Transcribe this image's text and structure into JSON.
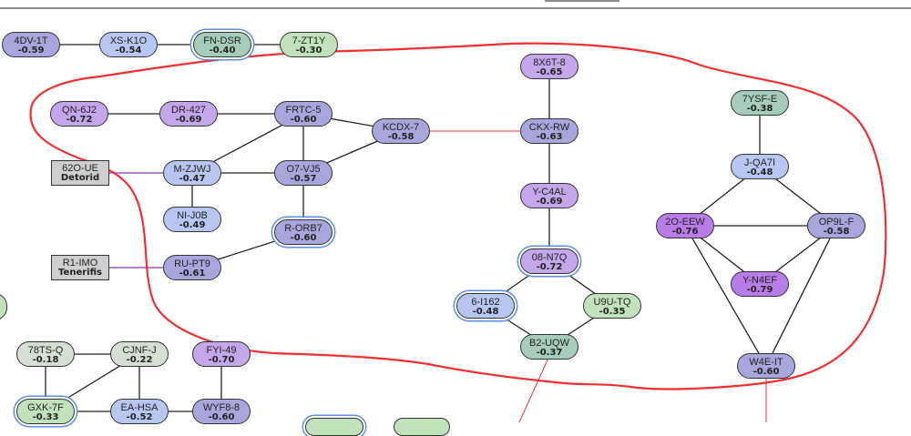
{
  "colors": {
    "edge": "#222222",
    "external_edge": "#9b59b6",
    "cross_edge": "#e8342b",
    "annotation": "#f03030",
    "selection_ring": "#5b8def"
  },
  "nodes": [
    {
      "id": "4DV-1T",
      "value": "-0.59",
      "fill": "#a8a6dc",
      "selected": false
    },
    {
      "id": "XS-K1O",
      "value": "-0.54",
      "fill": "#b8c6f2",
      "selected": false
    },
    {
      "id": "FN-DSR",
      "value": "-0.40",
      "fill": "#a6ccbc",
      "selected": true
    },
    {
      "id": "7-ZT1Y",
      "value": "-0.30",
      "fill": "#c2e2bc",
      "selected": false
    },
    {
      "id": "QN-6J2",
      "value": "-0.72",
      "fill": "#c4a6ea",
      "selected": false
    },
    {
      "id": "DR-427",
      "value": "-0.69",
      "fill": "#c4a6ea",
      "selected": false
    },
    {
      "id": "FRTC-5",
      "value": "-0.60",
      "fill": "#a8a6dc",
      "selected": false
    },
    {
      "id": "KCDX-7",
      "value": "-0.58",
      "fill": "#a8a6dc",
      "selected": false
    },
    {
      "id": "M-ZJWJ",
      "value": "-0.47",
      "fill": "#b8c6f2",
      "selected": false
    },
    {
      "id": "O7-VJ5",
      "value": "-0.57",
      "fill": "#a8a6dc",
      "selected": false
    },
    {
      "id": "NI-J0B",
      "value": "-0.49",
      "fill": "#b8c6f2",
      "selected": false
    },
    {
      "id": "R-ORB7",
      "value": "-0.60",
      "fill": "#a8a6dc",
      "selected": true
    },
    {
      "id": "RU-PT9",
      "value": "-0.61",
      "fill": "#a8a6dc",
      "selected": false
    },
    {
      "id": "8X6T-8",
      "value": "-0.65",
      "fill": "#c4a6ea",
      "selected": false
    },
    {
      "id": "CKX-RW",
      "value": "-0.63",
      "fill": "#a8a6dc",
      "selected": false
    },
    {
      "id": "Y-C4AL",
      "value": "-0.69",
      "fill": "#c4a6ea",
      "selected": false
    },
    {
      "id": "08-N7Q",
      "value": "-0.72",
      "fill": "#c4a6ea",
      "selected": true
    },
    {
      "id": "6-I162",
      "value": "-0.48",
      "fill": "#b8c6f2",
      "selected": true
    },
    {
      "id": "U9U-TQ",
      "value": "-0.35",
      "fill": "#c2e2bc",
      "selected": false
    },
    {
      "id": "B2-UQW",
      "value": "-0.37",
      "fill": "#a6ccbc",
      "selected": false
    },
    {
      "id": "7YSF-E",
      "value": "-0.38",
      "fill": "#a6ccbc",
      "selected": false
    },
    {
      "id": "J-QA7I",
      "value": "-0.48",
      "fill": "#b8c6f2",
      "selected": false
    },
    {
      "id": "2O-EEW",
      "value": "-0.76",
      "fill": "#b87ce8",
      "selected": false
    },
    {
      "id": "OP9L-F",
      "value": "-0.58",
      "fill": "#a8a6dc",
      "selected": false
    },
    {
      "id": "Y-N4EF",
      "value": "-0.79",
      "fill": "#b87ce8",
      "selected": false
    },
    {
      "id": "W4E-IT",
      "value": "-0.60",
      "fill": "#a8a6dc",
      "selected": false
    },
    {
      "id": "78TS-Q",
      "value": "-0.18",
      "fill": "#d6dfd4",
      "selected": false
    },
    {
      "id": "CJNF-J",
      "value": "-0.22",
      "fill": "#d6dfd4",
      "selected": false
    },
    {
      "id": "FYI-49",
      "value": "-0.70",
      "fill": "#c4a6ea",
      "selected": false
    },
    {
      "id": "GXK-7F",
      "value": "-0.33",
      "fill": "#c2e2bc",
      "selected": true
    },
    {
      "id": "EA-HSA",
      "value": "-0.52",
      "fill": "#b8c6f2",
      "selected": false
    },
    {
      "id": "WYF8-8",
      "value": "-0.60",
      "fill": "#a8a6dc",
      "selected": false
    }
  ],
  "external_nodes": [
    {
      "id": "62O-UE",
      "label": "Detorid"
    },
    {
      "id": "R1-IMO",
      "label": "Tenerifis"
    }
  ],
  "edges": [
    [
      "4DV-1T",
      "XS-K1O"
    ],
    [
      "XS-K1O",
      "FN-DSR"
    ],
    [
      "FN-DSR",
      "7-ZT1Y"
    ],
    [
      "QN-6J2",
      "DR-427"
    ],
    [
      "DR-427",
      "FRTC-5"
    ],
    [
      "FRTC-5",
      "KCDX-7"
    ],
    [
      "FRTC-5",
      "M-ZJWJ"
    ],
    [
      "FRTC-5",
      "O7-VJ5"
    ],
    [
      "M-ZJWJ",
      "O7-VJ5"
    ],
    [
      "O7-VJ5",
      "KCDX-7"
    ],
    [
      "M-ZJWJ",
      "NI-J0B"
    ],
    [
      "O7-VJ5",
      "R-ORB7"
    ],
    [
      "R-ORB7",
      "RU-PT9"
    ],
    [
      "8X6T-8",
      "CKX-RW"
    ],
    [
      "CKX-RW",
      "Y-C4AL"
    ],
    [
      "Y-C4AL",
      "08-N7Q"
    ],
    [
      "08-N7Q",
      "6-I162"
    ],
    [
      "08-N7Q",
      "U9U-TQ"
    ],
    [
      "6-I162",
      "B2-UQW"
    ],
    [
      "U9U-TQ",
      "B2-UQW"
    ],
    [
      "7YSF-E",
      "J-QA7I"
    ],
    [
      "J-QA7I",
      "2O-EEW"
    ],
    [
      "J-QA7I",
      "OP9L-F"
    ],
    [
      "2O-EEW",
      "OP9L-F"
    ],
    [
      "2O-EEW",
      "Y-N4EF"
    ],
    [
      "OP9L-F",
      "Y-N4EF"
    ],
    [
      "2O-EEW",
      "W4E-IT"
    ],
    [
      "OP9L-F",
      "W4E-IT"
    ],
    [
      "78TS-Q",
      "CJNF-J"
    ],
    [
      "78TS-Q",
      "GXK-7F"
    ],
    [
      "CJNF-J",
      "GXK-7F"
    ],
    [
      "CJNF-J",
      "EA-HSA"
    ],
    [
      "GXK-7F",
      "EA-HSA"
    ],
    [
      "EA-HSA",
      "WYF8-8"
    ],
    [
      "FYI-49",
      "WYF8-8"
    ]
  ],
  "external_edges": [
    [
      "62O-UE",
      "M-ZJWJ"
    ],
    [
      "R1-IMO",
      "RU-PT9"
    ]
  ],
  "cross_edges": [
    [
      "KCDX-7",
      "CKX-RW"
    ]
  ],
  "annotation": "freehand red outline around central cluster"
}
